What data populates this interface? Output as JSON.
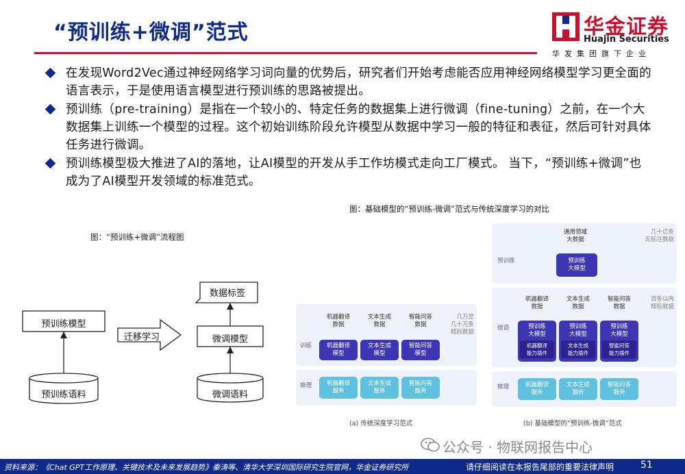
{
  "header": {
    "title": "“预训练+微调”范式",
    "logo_cn": "华金证券",
    "logo_en": "Huajin Securities",
    "logo_sub": "华发集团旗下企业"
  },
  "bullets": [
    "在发现Word2Vec通过神经网络学习词向量的优势后，研究者们开始考虑能否应用神经网络模型学习更全面的语言表示，于是使用语言模型进行预训练的思路被提出。",
    "预训练（pre-training）是指在一个较小的、特定任务的数据集上进行微调（fine-tuning）之前，在一个大数据集上训练一个模型的过程。这个初始训练阶段允许模型从数据中学习一般的特征和表征，然后可针对具体任务进行微调。",
    "预训练模型极大推进了AI的落地，让AI模型的开发从手工作坊模式走向工厂模式。 当下，“预训练+微调”也成为了AI模型开发领域的标准范式。"
  ],
  "left_figure": {
    "caption": "图：“预训练+微调”流程图",
    "pretrain_model": "预训练模型",
    "pretrain_corpus": "预训练语料",
    "transfer": "迁移学习",
    "data_label": "数据标签",
    "finetune_model": "微调模型",
    "finetune_corpus": "微调语料"
  },
  "right_figure": {
    "caption": "图：基础模型的“预训练-微调”范式与传统深度学习的对比",
    "left": {
      "tasks": [
        "机器翻译\n数据",
        "文本生成\n数据",
        "智能问答\n数据"
      ],
      "data_note": "几万至\n几十万条\n精标数据",
      "train_label": "训练",
      "train_models": [
        "机器翻译\n模型",
        "文本生成\n模型",
        "智能问答\n模型"
      ],
      "infer_label": "推理",
      "services": [
        "机器翻译\n服务",
        "文本生成\n服务",
        "智能问答\n服务"
      ],
      "caption": "(a) 传统深度学习范式"
    },
    "right": {
      "general_data": "通用领域\n大数据",
      "general_note": "几十亿条\n无标注数据",
      "pretrain_label": "预训练",
      "pretrain_model": "预训练\n大模型",
      "tasks": [
        "机器翻译\n数据",
        "文本生成\n数据",
        "智能问答\n数据"
      ],
      "task_note": "百条以内\n精标数据",
      "finetune_label": "微调",
      "ft_models": [
        "预训练\n大模型",
        "预训练\n大模型",
        "预训练\n大模型"
      ],
      "plugins": [
        "机器翻译\n能力插件",
        "文本生成\n能力插件",
        "智能问答\n能力插件"
      ],
      "infer_label": "推理",
      "services": [
        "机器翻译\n服务",
        "文本生成\n服务",
        "智能问答\n服务"
      ],
      "caption": "(b) 基础模型的“预训练-微调”范式"
    }
  },
  "footer": {
    "source": "资料来源：《Chat GPT工作原理、关键技术及未来发展趋势》秦涛等、清华大学深圳国际研究生院官网，华金证券研究所",
    "disclaimer": "请仔细阅读在本报告尾部的重要法律声明",
    "page": "51",
    "watermark": "公众号 · 物联网报告中心"
  },
  "colors": {
    "brand_blue": "#0d2a8a",
    "brand_red": "#c8102e",
    "node_dark": "#3d35b4",
    "node_cyan": "#5ec1df"
  }
}
